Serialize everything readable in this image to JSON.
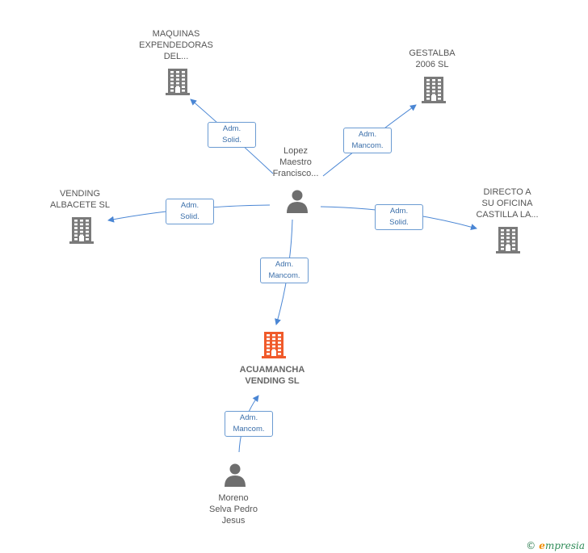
{
  "colors": {
    "edge": "#4a86d4",
    "company": "#7a7a7a",
    "company_main": "#f05a2a",
    "person": "#6e6e6e"
  },
  "nodes": {
    "main": {
      "label": "ACUAMANCHA\nVENDING SL",
      "icon": "building-icon"
    },
    "person_lopez": {
      "label": "Lopez\nMaestro\nFrancisco...",
      "icon": "person-icon"
    },
    "person_moreno": {
      "label": "Moreno\nSelva Pedro\nJesus",
      "icon": "person-icon"
    },
    "maquinas": {
      "label": "MAQUINAS\nEXPENDEDORAS\nDEL...",
      "icon": "building-icon"
    },
    "gestalba": {
      "label": "GESTALBA\n2006 SL",
      "icon": "building-icon"
    },
    "vending_albacete": {
      "label": "VENDING\nALBACETE SL",
      "icon": "building-icon"
    },
    "directo": {
      "label": "DIRECTO A\nSU OFICINA\nCASTILLA LA...",
      "icon": "building-icon"
    }
  },
  "edges": {
    "lopez_maquinas": "Adm.\nSolid.",
    "lopez_gestalba": "Adm.\nMancom.",
    "lopez_vending": "Adm.\nSolid.",
    "lopez_directo": "Adm.\nSolid.",
    "lopez_main": "Adm.\nMancom.",
    "moreno_main": "Adm.\nMancom."
  },
  "brand": {
    "copyright": "©",
    "name_initial": "e",
    "name_rest": "mpresia"
  }
}
